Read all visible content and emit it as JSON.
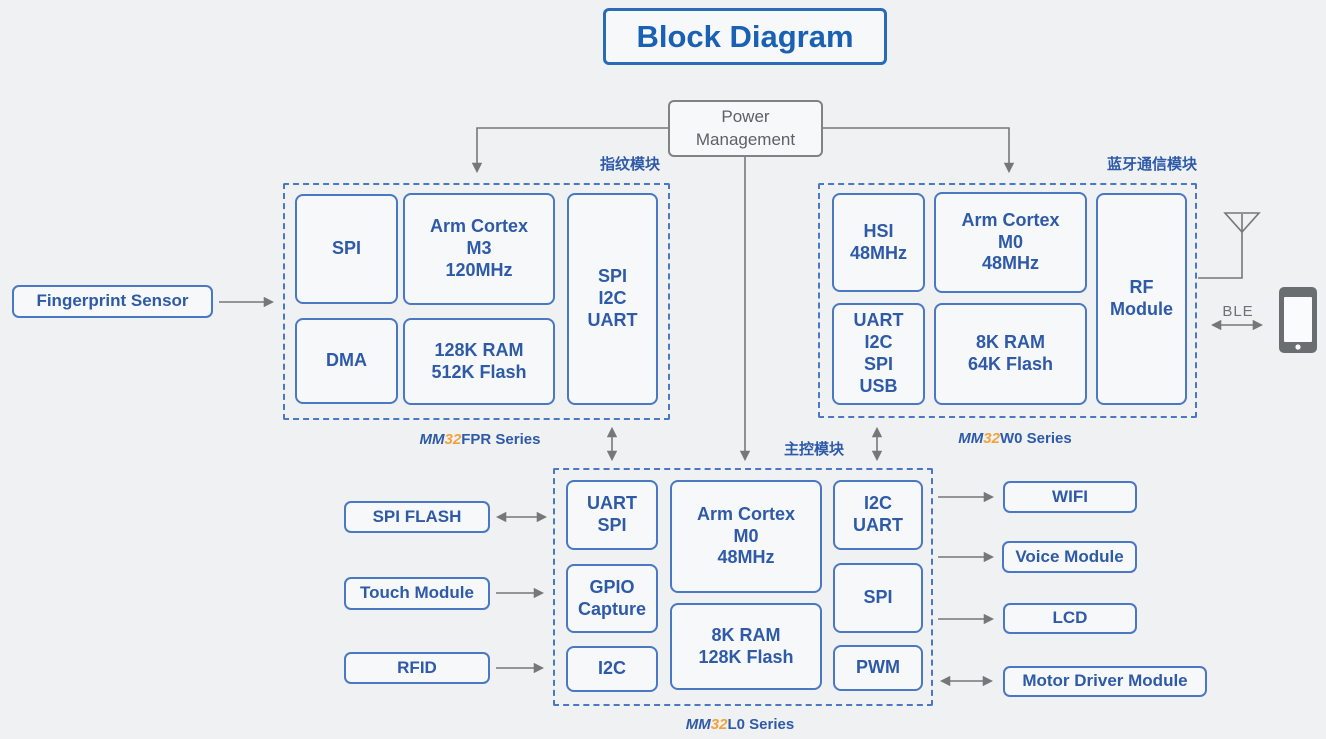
{
  "title": "Block Diagram",
  "power_management": {
    "label": "Power\nManagement"
  },
  "external_left": {
    "fingerprint_sensor": "Fingerprint Sensor",
    "spi_flash": "SPI FLASH",
    "touch_module": "Touch Module",
    "rfid": "RFID"
  },
  "external_right": {
    "wifi": "WIFI",
    "voice_module": "Voice Module",
    "lcd": "LCD",
    "motor_driver": "Motor Driver Module"
  },
  "ble": {
    "label": "BLE"
  },
  "icons": {
    "antenna": "antenna-icon",
    "phone": "smartphone-icon"
  },
  "modules": {
    "fingerprint": {
      "tag": "指纹模块",
      "series": {
        "mm": "MM",
        "num": "32",
        "rest": "FPR Series"
      },
      "blocks": {
        "spi": "SPI",
        "cpu": "Arm Cortex\nM3\n120MHz",
        "dma": "DMA",
        "mem": "128K RAM\n512K Flash",
        "periph": "SPI\nI2C\nUART"
      }
    },
    "bluetooth": {
      "tag": "蓝牙通信模块",
      "series": {
        "mm": "MM",
        "num": "32",
        "rest": "W0 Series"
      },
      "blocks": {
        "hsi": "HSI\n48MHz",
        "cpu": "Arm Cortex\nM0\n48MHz",
        "periph": "UART\nI2C\nSPI\nUSB",
        "mem": "8K RAM\n64K Flash",
        "rf": "RF\nModule"
      }
    },
    "main": {
      "tag": "主控模块",
      "series": {
        "mm": "MM",
        "num": "32",
        "rest": "L0 Series"
      },
      "blocks": {
        "uart_spi": "UART\nSPI",
        "gpio": "GPIO\nCapture",
        "i2c": "I2C",
        "cpu": "Arm Cortex\nM0\n48MHz",
        "mem": "8K RAM\n128K Flash",
        "i2c_uart": "I2C\nUART",
        "spi": "SPI",
        "pwm": "PWM"
      }
    }
  },
  "colors": {
    "accent_blue": "#2e5aa8",
    "border_blue": "#4a78c4",
    "title_blue": "#1b61b3",
    "orange": "#f2a23c",
    "gray_line": "#777777",
    "gray_text": "#5d6166",
    "background": "#eff1f3",
    "box_fill": "#f6f8fa",
    "phone_gray": "#6a6e71"
  }
}
